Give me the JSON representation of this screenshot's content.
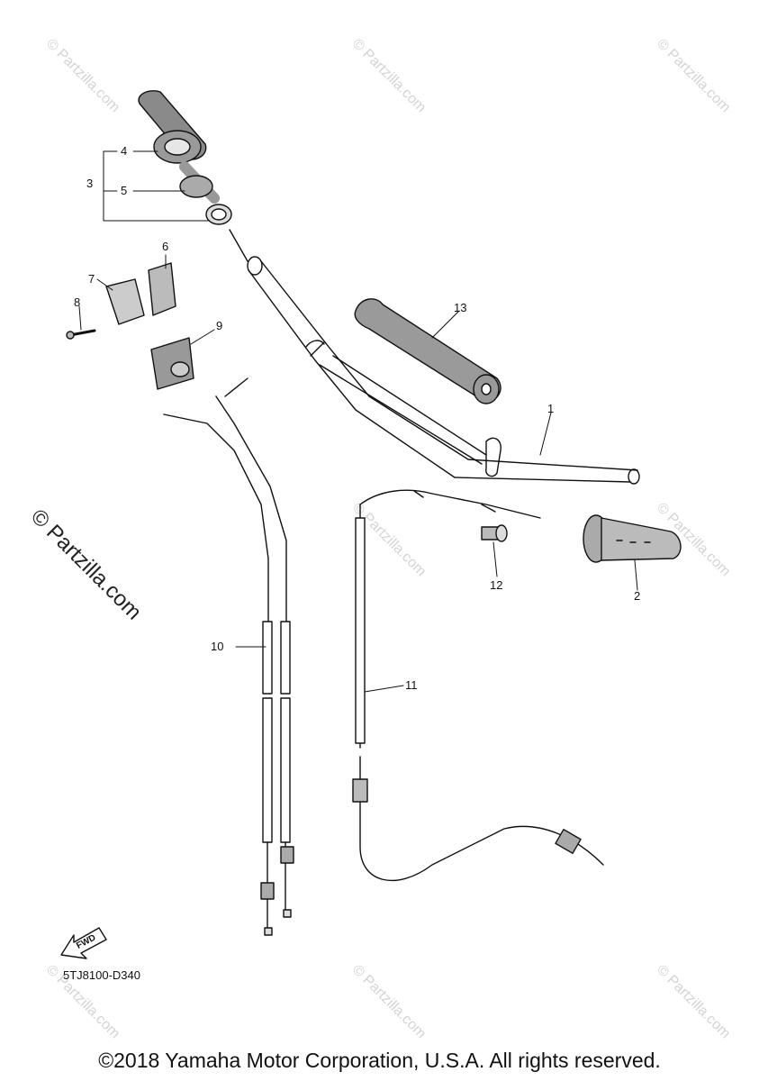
{
  "watermark": "© Partzilla.com",
  "diagram_code": "5TJ8100-D340",
  "fwd_label": "FWD",
  "copyright": "©2018 Yamaha Motor Corporation, U.S.A. All rights reserved.",
  "callouts": [
    "1",
    "2",
    "3",
    "4",
    "5",
    "6",
    "7",
    "8",
    "9",
    "10",
    "11",
    "12",
    "13"
  ]
}
